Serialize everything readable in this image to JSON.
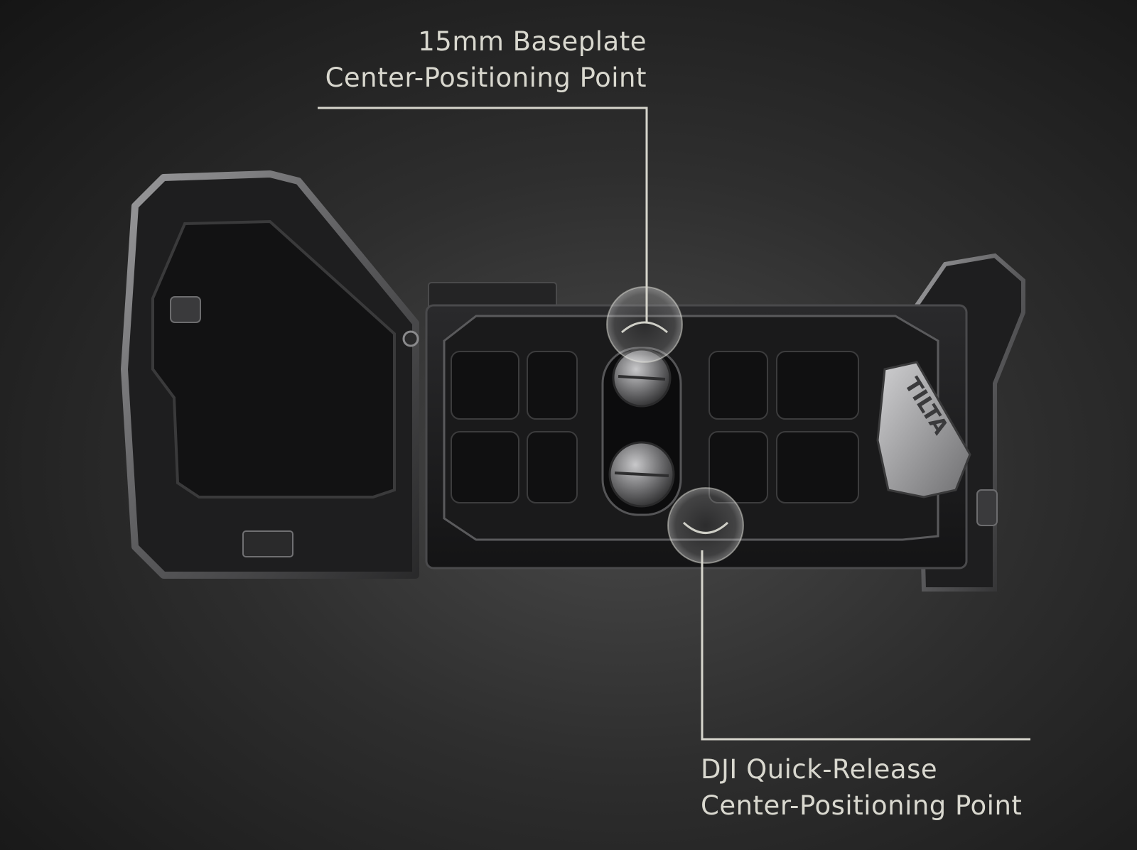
{
  "callouts": {
    "top": {
      "line1": "15mm Baseplate",
      "line2": "Center-Positioning Point"
    },
    "bottom": {
      "line1": "DJI Quick-Release",
      "line2": "Center-Positioning Point"
    }
  },
  "product": {
    "logo_text": "TILTA"
  },
  "colors": {
    "background": "#2e2e2e",
    "metal_dark": "#1b1b1c",
    "metal_edge": "#8a8a8c",
    "callout_text": "#d9d8cf",
    "callout_line": "#d6d5cc"
  }
}
